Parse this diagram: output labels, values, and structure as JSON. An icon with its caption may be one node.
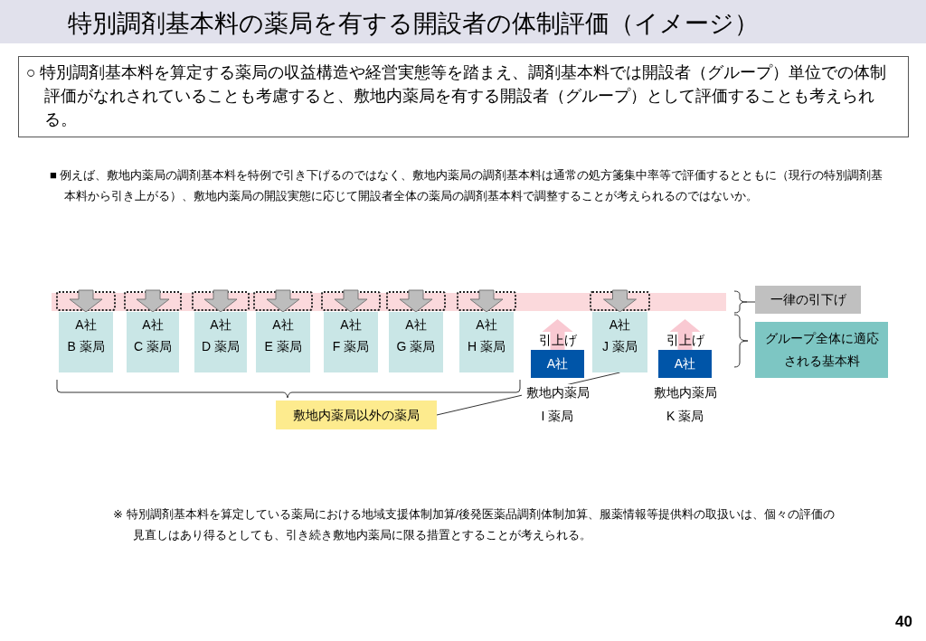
{
  "diagram": {
    "title": "特別調剤基本料の薬局を有する開設者の体制評価（イメージ）",
    "nodes": [
      {
        "text": [
          "○ 特別調剤基本料を算定する薬局の収益構造や経営実態等を踏まえ、調剤基本料では開設者（グループ）単位での体制評価がなれされていることも考慮すると、敷地内薬局を有する開設者（グループ）として評価することも考えられる。"
        ]
      },
      {
        "text": [
          "A社",
          "B 薬局"
        ]
      },
      {
        "text": [
          "A社",
          "C 薬局"
        ]
      },
      {
        "text": [
          "A社",
          "D 薬局"
        ]
      },
      {
        "text": [
          "A社",
          "E 薬局"
        ]
      },
      {
        "text": [
          "A社",
          "F 薬局"
        ]
      },
      {
        "text": [
          "A社",
          "G 薬局"
        ]
      },
      {
        "text": [
          "A社",
          "H 薬局"
        ]
      },
      {
        "text": [
          "A社"
        ],
        "beside": [
          "引上げ",
          "敷地内薬局",
          "I 薬局"
        ]
      },
      {
        "text": [
          "A社",
          "J 薬局"
        ]
      },
      {
        "text": [
          "A社"
        ],
        "beside": [
          "引上げ",
          "敷地内薬局",
          "K 薬局"
        ]
      },
      {
        "text": [
          "一律の引下げ"
        ]
      },
      {
        "text": [
          "グループ全体に適応される基本料"
        ]
      },
      {
        "text": [
          "敷地内薬局以外の薬局"
        ]
      }
    ],
    "edges": [
      {
        "from": 13,
        "to": 9,
        "arrow": "none"
      }
    ],
    "labels": [
      "■ 例えば、敷地内薬局の調剤基本料を特例で引き下げるのではなく、敷地内薬局の調剤基本料は通常の処方箋集中率等で評価するとともに（現行の特別調剤基本料から引き上がる）、敷地内薬局の開設実態に応じて開設者全体の薬局の調剤基本料で調整することが考えられるのではないか。",
      "※ 特別調剤基本料を算定している薬局における地域支援体制加算/後発医薬品調剤体制加算、服薬情報等提供料の取扱いは、個々の評価の見直しはあり得るとしても、引き続き敷地内薬局に限る措置とすることが考えられる。",
      "40"
    ]
  }
}
